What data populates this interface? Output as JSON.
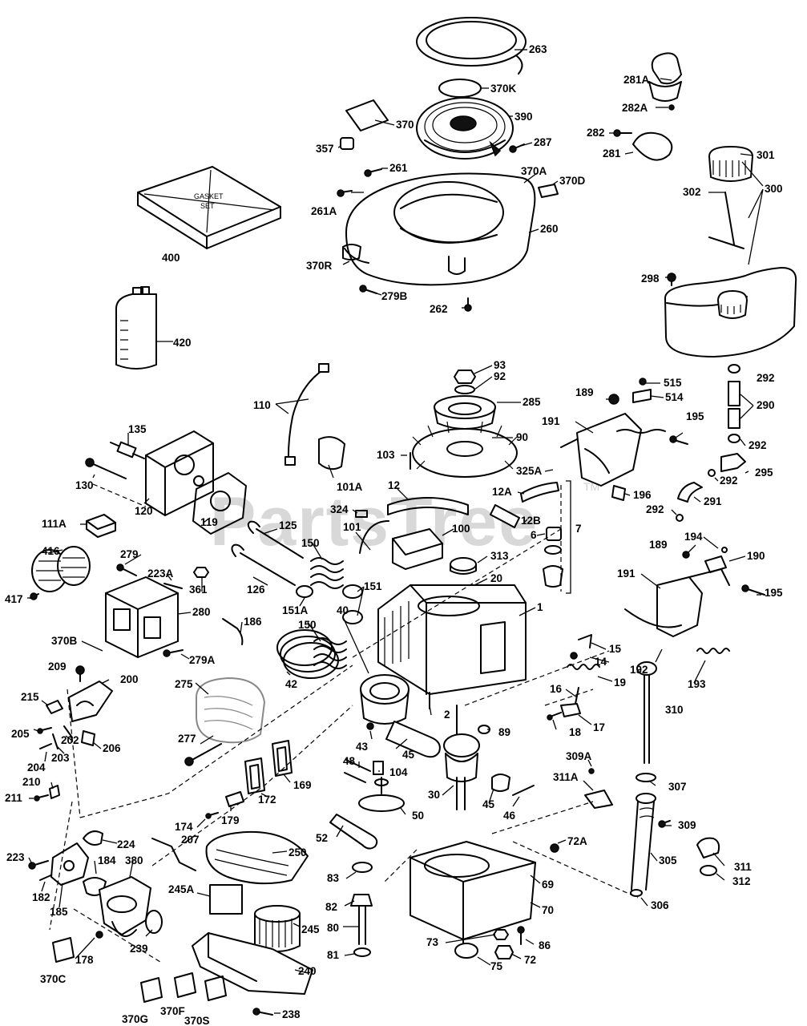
{
  "watermark": {
    "text": "PartsTree",
    "tm": "TM"
  },
  "box_text": {
    "line1": "GASKET",
    "line2": "SET"
  },
  "parts": [
    {
      "id": "p263",
      "label": "263"
    },
    {
      "id": "p370K",
      "label": "370K"
    },
    {
      "id": "p281A",
      "label": "281A"
    },
    {
      "id": "p282A",
      "label": "282A"
    },
    {
      "id": "p370",
      "label": "370"
    },
    {
      "id": "p390",
      "label": "390"
    },
    {
      "id": "p282",
      "label": "282"
    },
    {
      "id": "p301",
      "label": "301"
    },
    {
      "id": "p357",
      "label": "357"
    },
    {
      "id": "p287",
      "label": "287"
    },
    {
      "id": "p281",
      "label": "281"
    },
    {
      "id": "p300",
      "label": "300"
    },
    {
      "id": "p261",
      "label": "261"
    },
    {
      "id": "p370A",
      "label": "370A"
    },
    {
      "id": "p370D",
      "label": "370D"
    },
    {
      "id": "p261A",
      "label": "261A"
    },
    {
      "id": "p302",
      "label": "302"
    },
    {
      "id": "p260",
      "label": "260"
    },
    {
      "id": "p400",
      "label": "400"
    },
    {
      "id": "p370R",
      "label": "370R"
    },
    {
      "id": "p298",
      "label": "298"
    },
    {
      "id": "p279B",
      "label": "279B"
    },
    {
      "id": "p262",
      "label": "262"
    },
    {
      "id": "p420",
      "label": "420"
    },
    {
      "id": "p93",
      "label": "93"
    },
    {
      "id": "p92",
      "label": "92"
    },
    {
      "id": "p292a",
      "label": "292"
    },
    {
      "id": "p515",
      "label": "515"
    },
    {
      "id": "p189a",
      "label": "189"
    },
    {
      "id": "p514",
      "label": "514"
    },
    {
      "id": "p285",
      "label": "285"
    },
    {
      "id": "p290",
      "label": "290"
    },
    {
      "id": "p110",
      "label": "110"
    },
    {
      "id": "p195a",
      "label": "195"
    },
    {
      "id": "p191a",
      "label": "191"
    },
    {
      "id": "p135",
      "label": "135"
    },
    {
      "id": "p90",
      "label": "90"
    },
    {
      "id": "p292b",
      "label": "292"
    },
    {
      "id": "p103",
      "label": "103"
    },
    {
      "id": "p325A",
      "label": "325A"
    },
    {
      "id": "p295",
      "label": "295"
    },
    {
      "id": "p130",
      "label": "130"
    },
    {
      "id": "p292c",
      "label": "292"
    },
    {
      "id": "p101A",
      "label": "101A"
    },
    {
      "id": "p12",
      "label": "12"
    },
    {
      "id": "p12A",
      "label": "12A"
    },
    {
      "id": "p196",
      "label": "196"
    },
    {
      "id": "p291",
      "label": "291"
    },
    {
      "id": "p292d",
      "label": "292"
    },
    {
      "id": "p120",
      "label": "120"
    },
    {
      "id": "p324",
      "label": "324"
    },
    {
      "id": "p12B",
      "label": "12B"
    },
    {
      "id": "p111A",
      "label": "111A"
    },
    {
      "id": "p119",
      "label": "119"
    },
    {
      "id": "p125",
      "label": "125"
    },
    {
      "id": "p101",
      "label": "101"
    },
    {
      "id": "p100",
      "label": "100"
    },
    {
      "id": "p6",
      "label": "6"
    },
    {
      "id": "p7",
      "label": "7"
    },
    {
      "id": "p194",
      "label": "194"
    },
    {
      "id": "p416",
      "label": "416"
    },
    {
      "id": "p279a",
      "label": "279"
    },
    {
      "id": "p150a",
      "label": "150"
    },
    {
      "id": "p313",
      "label": "313"
    },
    {
      "id": "p189b",
      "label": "189"
    },
    {
      "id": "p190",
      "label": "190"
    },
    {
      "id": "p223A",
      "label": "223A"
    },
    {
      "id": "p361",
      "label": "361"
    },
    {
      "id": "p126",
      "label": "126"
    },
    {
      "id": "p151",
      "label": "151"
    },
    {
      "id": "p20",
      "label": "20"
    },
    {
      "id": "p191b",
      "label": "191"
    },
    {
      "id": "p195b",
      "label": "195"
    },
    {
      "id": "p417",
      "label": "417"
    },
    {
      "id": "p151A",
      "label": "151A"
    },
    {
      "id": "p280",
      "label": "280"
    },
    {
      "id": "p150b",
      "label": "150"
    },
    {
      "id": "p40",
      "label": "40"
    },
    {
      "id": "p1",
      "label": "1"
    },
    {
      "id": "p370B",
      "label": "370B"
    },
    {
      "id": "p186",
      "label": "186"
    },
    {
      "id": "p15",
      "label": "15"
    },
    {
      "id": "p279A",
      "label": "279A"
    },
    {
      "id": "p14",
      "label": "14"
    },
    {
      "id": "p192",
      "label": "192"
    },
    {
      "id": "p209",
      "label": "209"
    },
    {
      "id": "p200",
      "label": "200"
    },
    {
      "id": "p42",
      "label": "42"
    },
    {
      "id": "p19",
      "label": "19"
    },
    {
      "id": "p275",
      "label": "275"
    },
    {
      "id": "p193",
      "label": "193"
    },
    {
      "id": "p215",
      "label": "215"
    },
    {
      "id": "p16",
      "label": "16"
    },
    {
      "id": "p310",
      "label": "310"
    },
    {
      "id": "p2",
      "label": "2"
    },
    {
      "id": "p205",
      "label": "205"
    },
    {
      "id": "p17",
      "label": "17"
    },
    {
      "id": "p18",
      "label": "18"
    },
    {
      "id": "p89",
      "label": "89"
    },
    {
      "id": "p202",
      "label": "202"
    },
    {
      "id": "p206",
      "label": "206"
    },
    {
      "id": "p277",
      "label": "277"
    },
    {
      "id": "p43",
      "label": "43"
    },
    {
      "id": "p204",
      "label": "204"
    },
    {
      "id": "p203",
      "label": "203"
    },
    {
      "id": "p45a",
      "label": "45"
    },
    {
      "id": "p309A",
      "label": "309A"
    },
    {
      "id": "p48",
      "label": "48"
    },
    {
      "id": "p104",
      "label": "104"
    },
    {
      "id": "p169",
      "label": "169"
    },
    {
      "id": "p311A",
      "label": "311A"
    },
    {
      "id": "p307",
      "label": "307"
    },
    {
      "id": "p210",
      "label": "210"
    },
    {
      "id": "p30",
      "label": "30"
    },
    {
      "id": "p211",
      "label": "211"
    },
    {
      "id": "p172",
      "label": "172"
    },
    {
      "id": "p45b",
      "label": "45"
    },
    {
      "id": "p46",
      "label": "46"
    },
    {
      "id": "p179",
      "label": "179"
    },
    {
      "id": "p50",
      "label": "50"
    },
    {
      "id": "p174",
      "label": "174"
    },
    {
      "id": "p309",
      "label": "309"
    },
    {
      "id": "p207",
      "label": "207"
    },
    {
      "id": "p250",
      "label": "250"
    },
    {
      "id": "p52",
      "label": "52"
    },
    {
      "id": "p72A",
      "label": "72A"
    },
    {
      "id": "p223",
      "label": "223"
    },
    {
      "id": "p224",
      "label": "224"
    },
    {
      "id": "p184",
      "label": "184"
    },
    {
      "id": "p380",
      "label": "380"
    },
    {
      "id": "p305",
      "label": "305"
    },
    {
      "id": "p311",
      "label": "311"
    },
    {
      "id": "p83",
      "label": "83"
    },
    {
      "id": "p69",
      "label": "69"
    },
    {
      "id": "p312",
      "label": "312"
    },
    {
      "id": "p182",
      "label": "182"
    },
    {
      "id": "p245A",
      "label": "245A"
    },
    {
      "id": "p185",
      "label": "185"
    },
    {
      "id": "p82",
      "label": "82"
    },
    {
      "id": "p70",
      "label": "70"
    },
    {
      "id": "p306",
      "label": "306"
    },
    {
      "id": "p239",
      "label": "239"
    },
    {
      "id": "p245",
      "label": "245"
    },
    {
      "id": "p80",
      "label": "80"
    },
    {
      "id": "p178",
      "label": "178"
    },
    {
      "id": "p73",
      "label": "73"
    },
    {
      "id": "p86",
      "label": "86"
    },
    {
      "id": "p81",
      "label": "81"
    },
    {
      "id": "p72",
      "label": "72"
    },
    {
      "id": "p75",
      "label": "75"
    },
    {
      "id": "p370C",
      "label": "370C"
    },
    {
      "id": "p240",
      "label": "240"
    },
    {
      "id": "p370G",
      "label": "370G"
    },
    {
      "id": "p370F",
      "label": "370F"
    },
    {
      "id": "p370S",
      "label": "370S"
    },
    {
      "id": "p238",
      "label": "238"
    }
  ]
}
